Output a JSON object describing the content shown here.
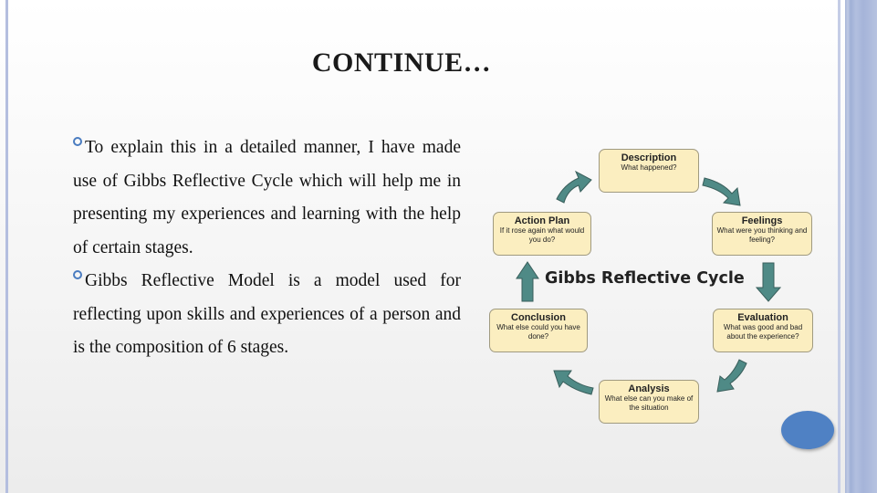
{
  "slide": {
    "title": "CONTINUE…",
    "bullets": [
      "To explain this in a detailed manner, I have made use of Gibbs Reflective Cycle which will help me in presenting my experiences and learning with the help of certain stages.",
      "Gibbs Reflective Model is a model used for reflecting upon skills and experiences of a person and is the composition of 6 stages."
    ]
  },
  "diagram": {
    "title": "Gibbs Reflective Cycle",
    "stages": [
      {
        "name": "Description",
        "question": "What happened?"
      },
      {
        "name": "Feelings",
        "question": "What were you thinking and feeling?"
      },
      {
        "name": "Evaluation",
        "question": "What was good and bad about the experience?"
      },
      {
        "name": "Analysis",
        "question": "What else can you make of the situation"
      },
      {
        "name": "Conclusion",
        "question": "What else could you have done?"
      },
      {
        "name": "Action Plan",
        "question": "If it rose again what would you do?"
      }
    ]
  },
  "colors": {
    "accent": "#4f81c4",
    "box": "#fbeec0",
    "arrow": "#4f8a86"
  }
}
